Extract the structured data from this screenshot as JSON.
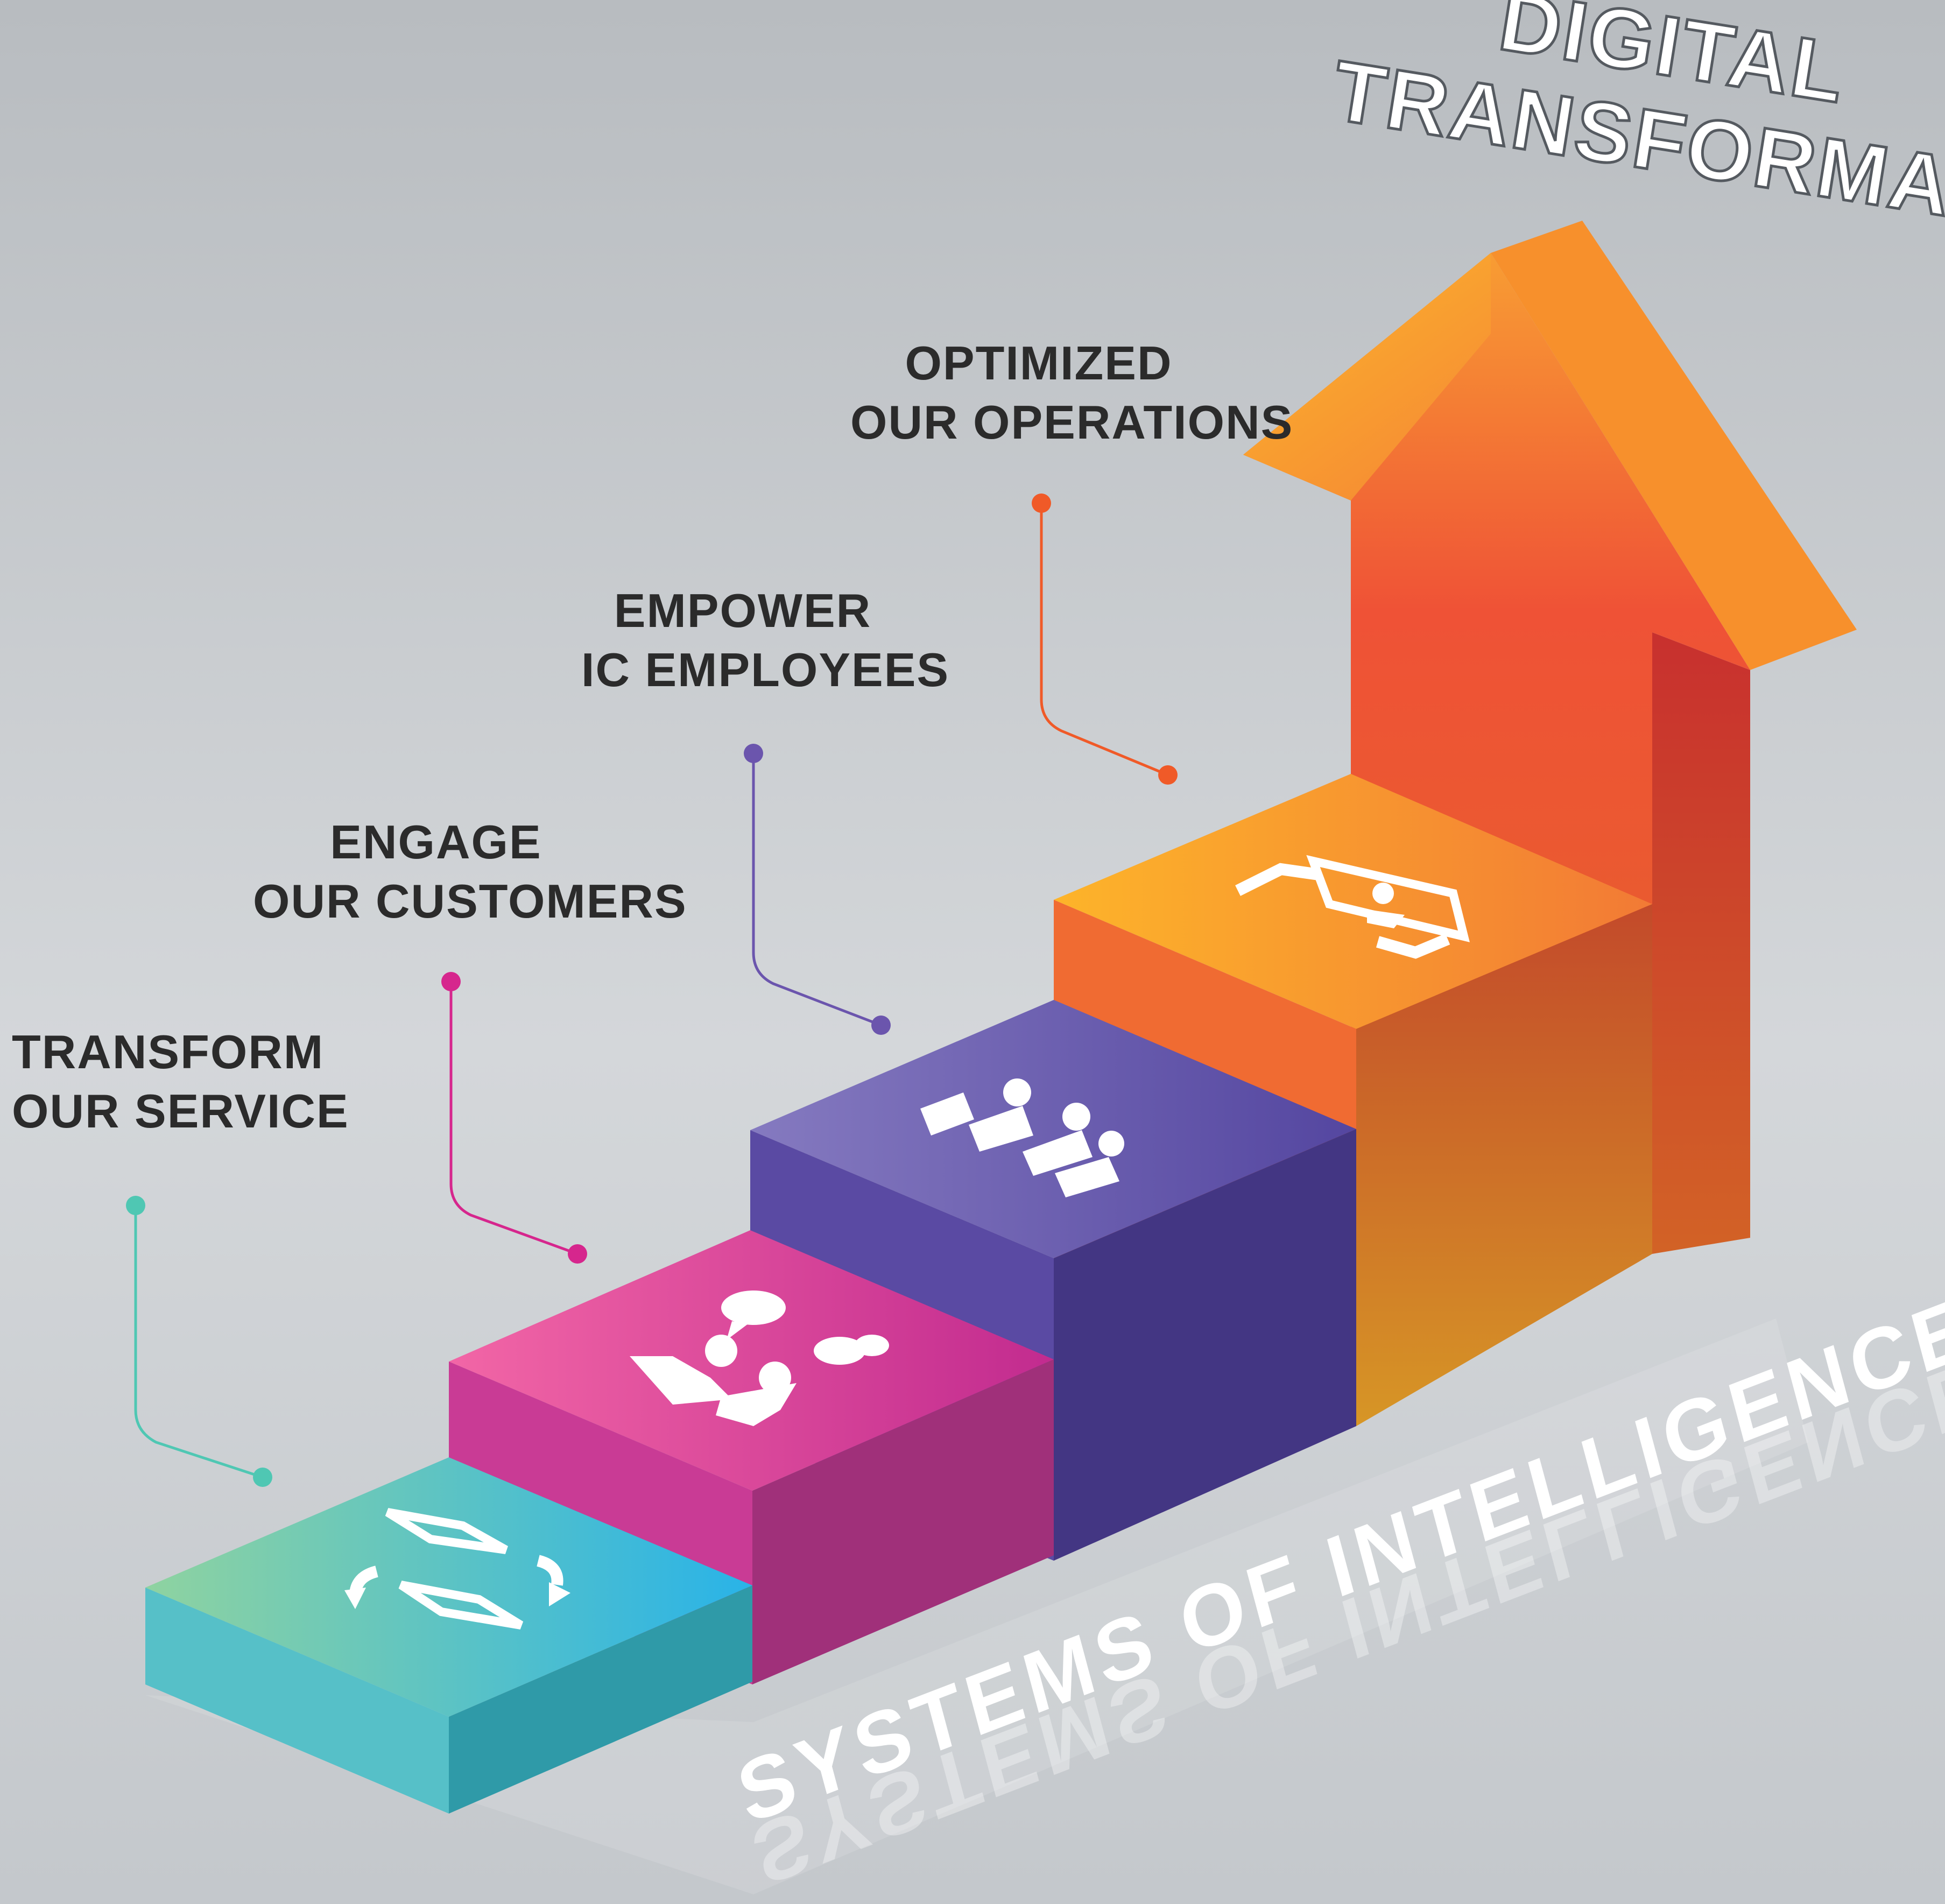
{
  "title": {
    "line1": "DIGITAL",
    "line2": "TRANSFORMATION"
  },
  "base_text": "SYSTEMS OF INTELLIGENCE",
  "steps": [
    {
      "line1": "TRANSFORM",
      "line2": "OUR SERVICE",
      "color": "#3ec0c4",
      "icon": "transform-cycle-icon"
    },
    {
      "line1": "ENGAGE",
      "line2": "OUR CUSTOMERS",
      "color": "#d6338f",
      "icon": "customer-chat-icon"
    },
    {
      "line1": "EMPOWER",
      "line2": "IC EMPLOYEES",
      "color": "#5c4ea6",
      "icon": "team-people-icon"
    },
    {
      "line1": "OPTIMIZED",
      "line2": "OUR OPERATIONS",
      "color": "#f5892a",
      "icon": "handshake-tablet-icon"
    }
  ],
  "colors": {
    "background": "#c2c6ca",
    "text": "#2b2b2b",
    "arrow_light": "#fbb82a",
    "arrow_dark": "#e8432e"
  }
}
